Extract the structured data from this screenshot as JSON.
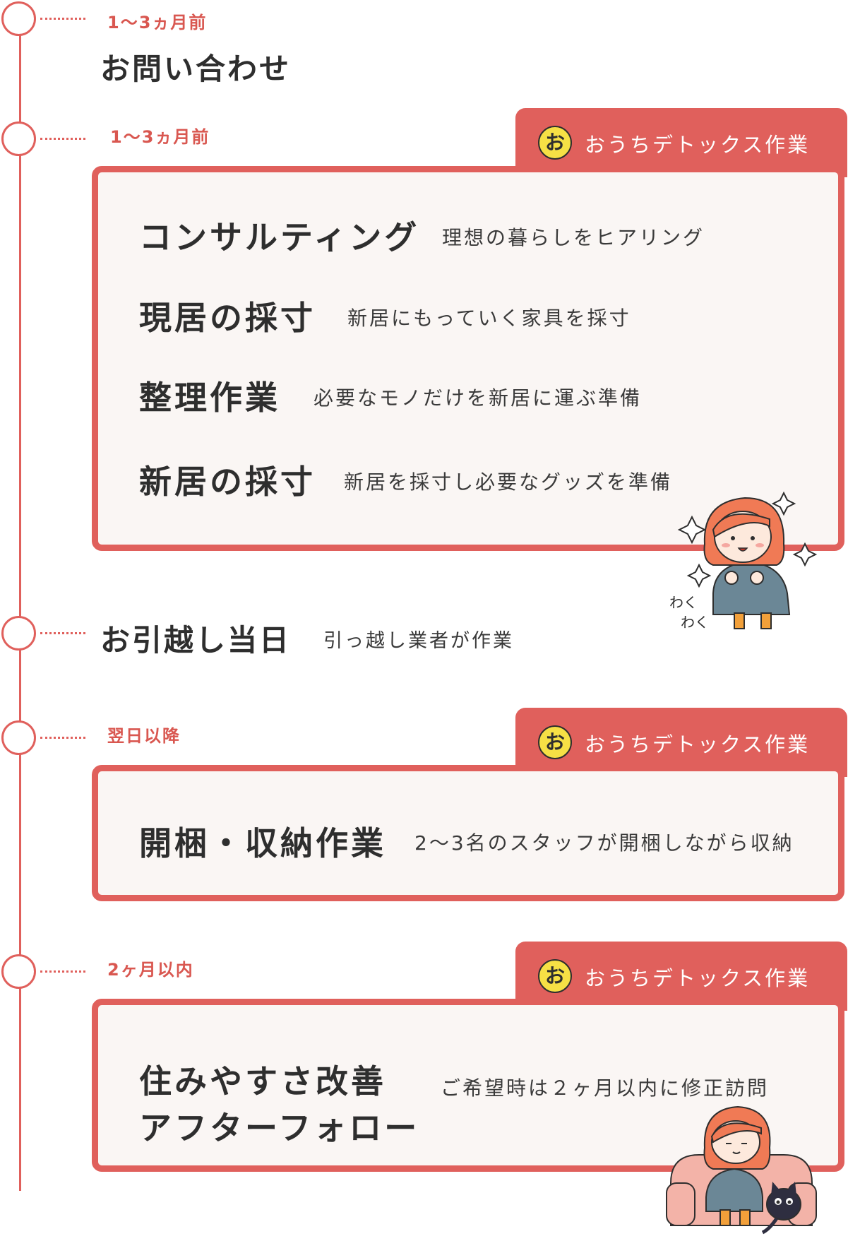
{
  "colors": {
    "accent": "#e0605c",
    "badge": "#f6e045",
    "card_bg": "#faf6f4",
    "text": "#2e2e2e"
  },
  "steps": [
    {
      "when": "1～3ヵ月前",
      "title": "お問い合わせ"
    },
    {
      "when": "1～3ヵ月前",
      "tab": {
        "badge": "お",
        "label": "おうちデトックス作業"
      },
      "items": [
        {
          "title": "コンサルティング",
          "desc": "理想の暮らしをヒアリング"
        },
        {
          "title": "現居の採寸",
          "desc": "新居にもっていく家具を採寸"
        },
        {
          "title": "整理作業",
          "desc": "必要なモノだけを新居に運ぶ準備"
        },
        {
          "title": "新居の採寸",
          "desc": "新居を採寸し必要なグッズを準備"
        }
      ],
      "illustration": {
        "icon": "excited-girl-illustration",
        "caption_1": "わく",
        "caption_2": "わく"
      }
    },
    {
      "title": "お引越し当日",
      "desc": "引っ越し業者が作業"
    },
    {
      "when": "翌日以降",
      "tab": {
        "badge": "お",
        "label": "おうちデトックス作業"
      },
      "items": [
        {
          "title": "開梱・収納作業",
          "desc": "2～3名のスタッフが開梱しながら収納"
        }
      ]
    },
    {
      "when": "2ヶ月以内",
      "tab": {
        "badge": "お",
        "label": "おうちデトックス作業"
      },
      "items": [
        {
          "title_line1": "住みやすさ改善",
          "title_line2": "アフターフォロー",
          "desc": "ご希望時は２ヶ月以内に修正訪問"
        }
      ],
      "illustration": {
        "icon": "sofa-girl-cat-illustration"
      }
    }
  ]
}
